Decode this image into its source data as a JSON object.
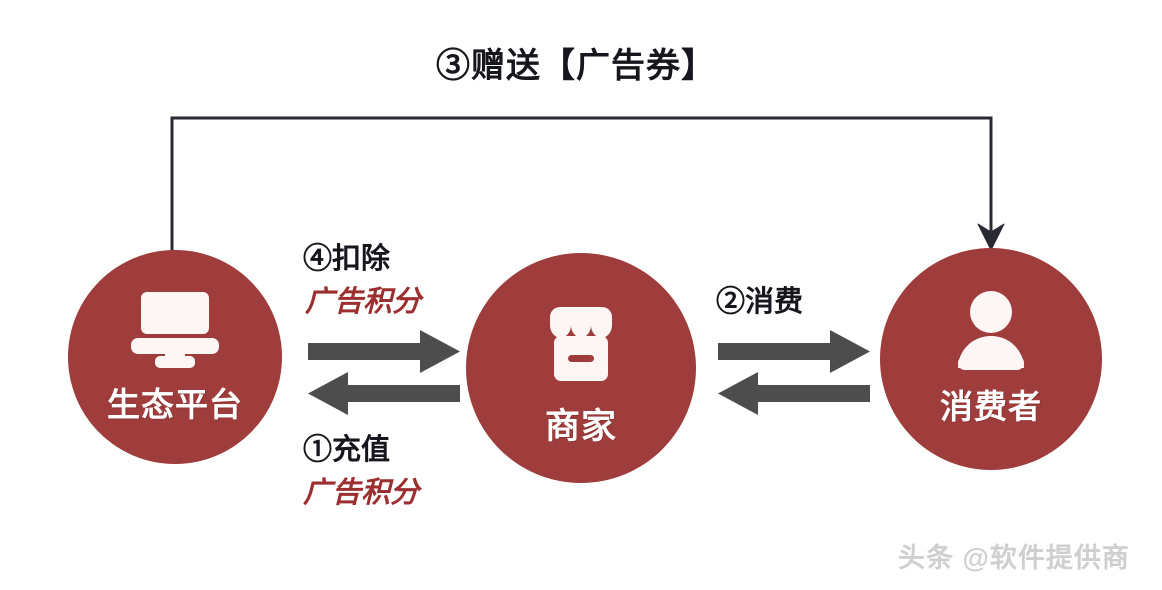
{
  "diagram": {
    "title_label": "③赠送【广告券】",
    "nodes": [
      {
        "id": "platform",
        "label": "生态平台",
        "icon": "desktop-monitor-icon",
        "color": "#9f3c3c"
      },
      {
        "id": "merchant",
        "label": "商家",
        "icon": "storefront-icon",
        "color": "#9f3c3c"
      },
      {
        "id": "consumer",
        "label": "消费者",
        "icon": "person-icon",
        "color": "#9f3c3c"
      }
    ],
    "flows": [
      {
        "id": "recharge",
        "step": "①",
        "action": "充值",
        "subject": "广告积分",
        "line1": "①充值",
        "line2": "广告积分",
        "from": "merchant",
        "to": "platform",
        "direction": "left"
      },
      {
        "id": "consume",
        "step": "②",
        "action": "消费",
        "line1": "②消费",
        "from": "consumer",
        "to": "merchant",
        "direction": "left"
      },
      {
        "id": "gift",
        "step": "③",
        "action": "赠送",
        "subject": "【广告券】",
        "line1": "③赠送【广告券】",
        "from": "platform",
        "to": "consumer",
        "direction": "right"
      },
      {
        "id": "deduct",
        "step": "④",
        "action": "扣除",
        "subject": "广告积分",
        "line1": "④扣除",
        "line2": "广告积分",
        "from": "platform",
        "to": "merchant",
        "direction": "right"
      }
    ],
    "colors": {
      "node_fill": "#9f3c3c",
      "arrow": "#4d4d4d",
      "connector_line": "#2a2a33",
      "red_text": "#9c2f2f",
      "dark_text": "#16161d",
      "watermark": "#cfcfcf",
      "background": "#ffffff"
    }
  },
  "watermark": {
    "text": "头条 @软件提供商"
  }
}
